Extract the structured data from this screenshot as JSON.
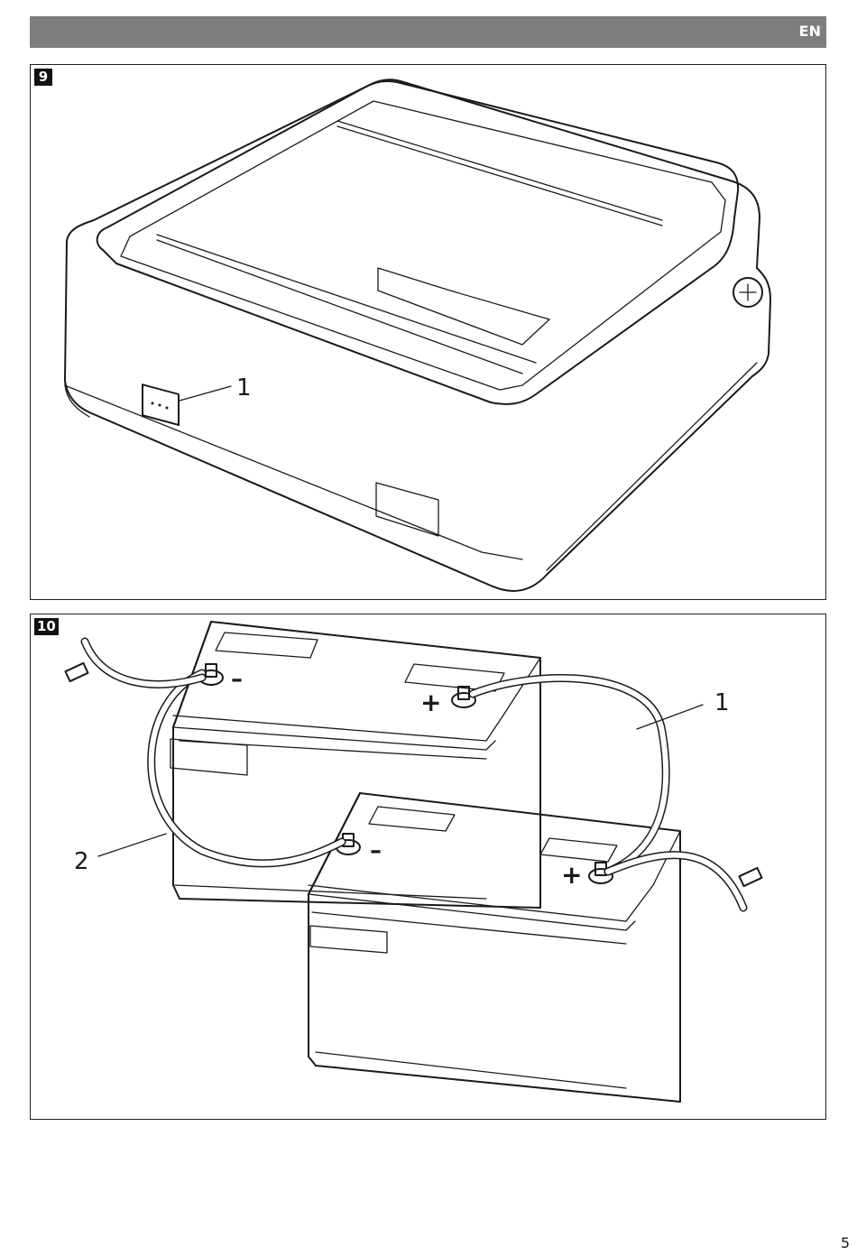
{
  "header": {
    "language": "EN"
  },
  "figure9": {
    "number": "9",
    "callouts": {
      "c1": "1"
    }
  },
  "figure10": {
    "number": "10",
    "callouts": {
      "c1": "1",
      "c2": "2"
    },
    "polarity": {
      "minus": "–",
      "plus": "+"
    }
  },
  "page": {
    "number": "5"
  }
}
